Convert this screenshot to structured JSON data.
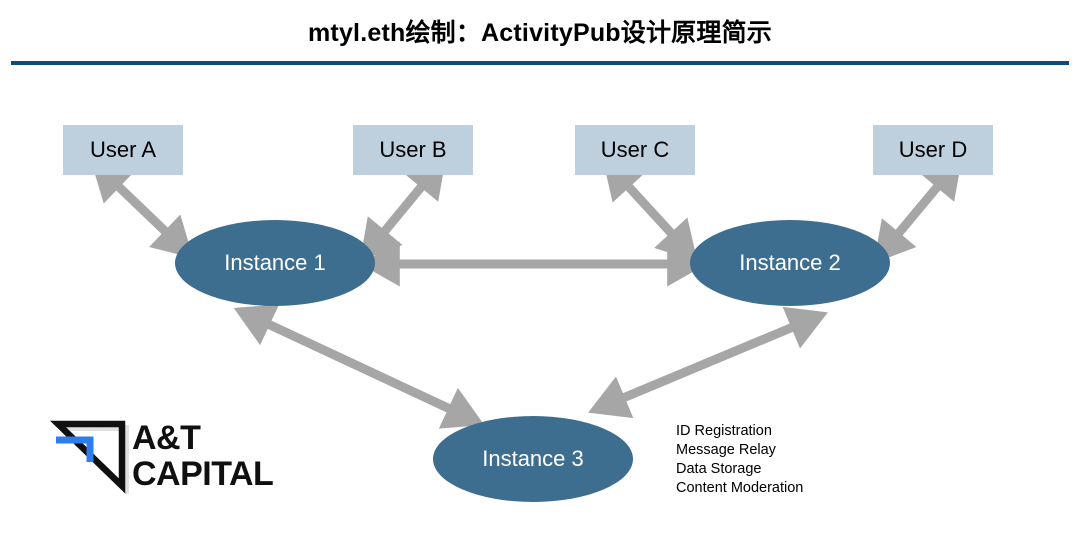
{
  "page": {
    "title": "mtyl.eth绘制：ActivityPub设计原理简示",
    "background_color": "#ffffff",
    "rule_color": "#0d4c78"
  },
  "palette": {
    "node_fill": "#3d6e8f",
    "node_text": "#ffffff",
    "user_fill": "#bed0dd",
    "user_text": "#000000",
    "arrow": "#a6a6a6",
    "logo_accent": "#2f7ded",
    "logo_dark": "#101010"
  },
  "diagram": {
    "users": [
      {
        "label": "User A"
      },
      {
        "label": "User B"
      },
      {
        "label": "User C"
      },
      {
        "label": "User D"
      }
    ],
    "instances": [
      {
        "label": "Instance 1"
      },
      {
        "label": "Instance 2"
      },
      {
        "label": "Instance 3"
      }
    ],
    "connections": [
      {
        "from": "User A",
        "to": "Instance 1",
        "direction": "bidirectional"
      },
      {
        "from": "User B",
        "to": "Instance 1",
        "direction": "bidirectional"
      },
      {
        "from": "User C",
        "to": "Instance 2",
        "direction": "bidirectional"
      },
      {
        "from": "User D",
        "to": "Instance 2",
        "direction": "bidirectional"
      },
      {
        "from": "Instance 1",
        "to": "Instance 2",
        "direction": "bidirectional"
      },
      {
        "from": "Instance 1",
        "to": "Instance 3",
        "direction": "bidirectional"
      },
      {
        "from": "Instance 2",
        "to": "Instance 3",
        "direction": "bidirectional"
      }
    ]
  },
  "services": {
    "items": [
      "ID Registration",
      "Message Relay",
      "Data Storage",
      "Content Moderation"
    ]
  },
  "logo": {
    "line1": "A&T",
    "line2": "CAPITAL",
    "mark_name": "triangle-chevron-mark"
  }
}
